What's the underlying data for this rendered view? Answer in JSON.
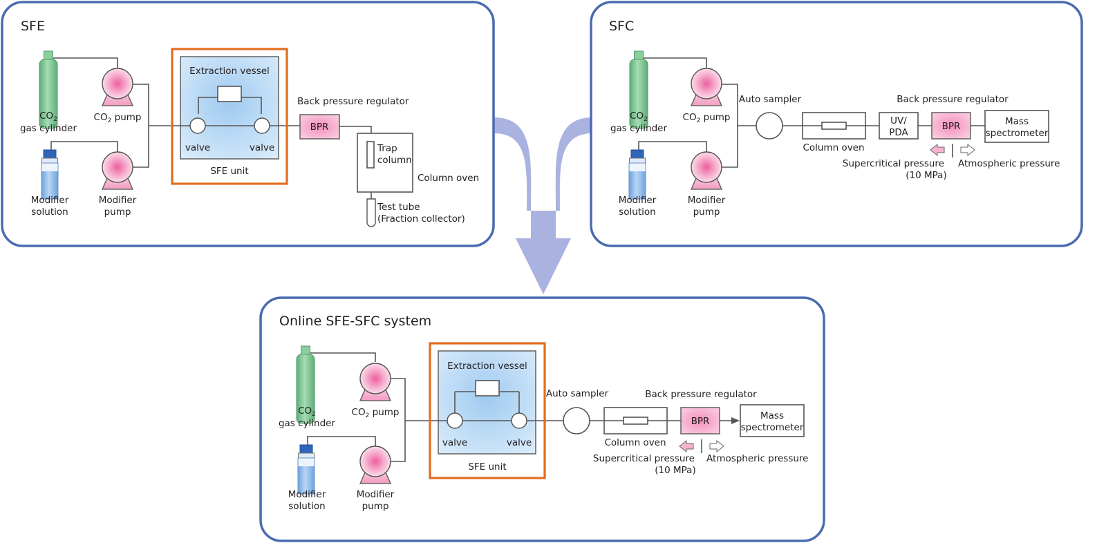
{
  "colors": {
    "panel_border": "#4a6bb0",
    "sfe_unit_border": "#e36c1d",
    "merge_arrow": "#aab3e0",
    "cylinder_green": "#7fc494",
    "pump_pink": "#f4a7c8",
    "vessel_blue": "#bcdaf3",
    "bpr_pink": "#f6b3cf",
    "bottle_blue": "#5a8fd6"
  },
  "icons": {
    "cylinder": "gas-cylinder-icon",
    "pump": "pump-icon",
    "bottle": "solvent-bottle-icon",
    "valve": "valve-icon",
    "column": "column-icon",
    "merge_arrow": "merge-arrow-icon"
  },
  "sfe": {
    "title": "SFE",
    "co2_cylinder": {
      "main": "CO",
      "sub": "2",
      "line2": "gas cylinder"
    },
    "co2_pump": {
      "main": "CO",
      "sub": "2",
      "rest": " pump"
    },
    "modifier_solution": {
      "line1": "Modifier",
      "line2": "solution"
    },
    "modifier_pump": {
      "line1": "Modifier",
      "line2": "pump"
    },
    "extraction_vessel": "Extraction vessel",
    "valve_left": "valve",
    "valve_right": "valve",
    "sfe_unit": "SFE unit",
    "bpr_caption": "Back pressure regulator",
    "bpr": "BPR",
    "trap_column": {
      "line1": "Trap",
      "line2": "column"
    },
    "column_oven": "Column oven",
    "test_tube": {
      "line1": "Test tube",
      "line2": "(Fraction collector)"
    }
  },
  "sfc": {
    "title": "SFC",
    "co2_cylinder": {
      "main": "CO",
      "sub": "2",
      "line2": "gas cylinder"
    },
    "co2_pump": {
      "main": "CO",
      "sub": "2",
      "rest": " pump"
    },
    "modifier_solution": {
      "line1": "Modifier",
      "line2": "solution"
    },
    "modifier_pump": {
      "line1": "Modifier",
      "line2": "pump"
    },
    "auto_sampler": "Auto sampler",
    "column_oven": "Column oven",
    "uv_pda": {
      "line1": "UV/",
      "line2": "PDA"
    },
    "bpr_caption": "Back pressure regulator",
    "bpr": "BPR",
    "mass_spec": {
      "line1": "Mass",
      "line2": "spectrometer"
    },
    "supercritical": {
      "line1": "Supercritical pressure",
      "line2": "(10 MPa)"
    },
    "atmospheric": "Atmospheric pressure"
  },
  "online": {
    "title": "Online SFE-SFC system",
    "co2_cylinder": {
      "main": "CO",
      "sub": "2",
      "line2": "gas cylinder"
    },
    "co2_pump": {
      "main": "CO",
      "sub": "2",
      "rest": " pump"
    },
    "modifier_solution": {
      "line1": "Modifier",
      "line2": "solution"
    },
    "modifier_pump": {
      "line1": "Modifier",
      "line2": "pump"
    },
    "extraction_vessel": "Extraction vessel",
    "valve_left": "valve",
    "valve_right": "valve",
    "sfe_unit": "SFE unit",
    "auto_sampler": "Auto sampler",
    "column_oven": "Column oven",
    "bpr_caption": "Back pressure regulator",
    "bpr": "BPR",
    "mass_spec": {
      "line1": "Mass",
      "line2": "spectrometer"
    },
    "supercritical": {
      "line1": "Supercritical pressure",
      "line2": "(10 MPa)"
    },
    "atmospheric": "Atmospheric pressure"
  }
}
